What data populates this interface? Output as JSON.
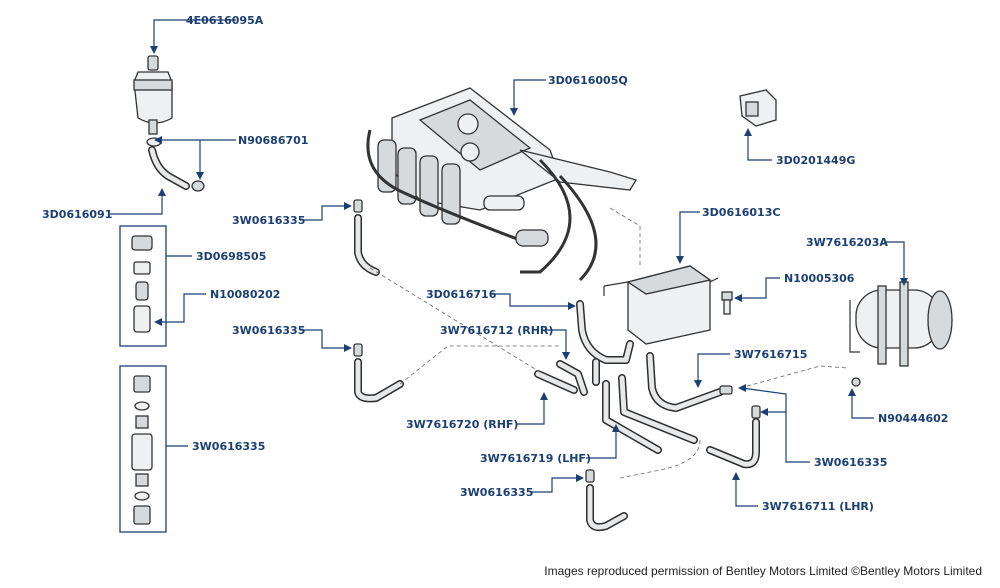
{
  "labels": {
    "filter": "4E0616095A",
    "clamp": "N90686701",
    "filter_hose": "3D0616091",
    "compressor": "3D0616005Q",
    "bracket": "3D0201449G",
    "union_top_left": "3W0616335",
    "valve_block": "3D0616013C",
    "kit_top": "3D0698505",
    "bolt_kit": "N10080202",
    "pipe_716": "3D0616716",
    "bolt_valve": "N10005306",
    "reservoir": "3W7616203A",
    "union_mid_left": "3W0616335",
    "pipe_rhr": "3W7616712 (RHR)",
    "pipe_715": "3W7616715",
    "kit_bottom": "3W0616335",
    "pipe_rhf": "3W7616720 (RHF)",
    "union_right": "3W0616335",
    "reservoir_nut": "N90444602",
    "pipe_lhf": "3W7616719 (LHF)",
    "union_bottom": "3W0616335",
    "pipe_lhr": "3W7616711 (LHR)"
  },
  "credit": "Images reproduced permission of Bentley Motors Limited ©Bentley Motors Limited"
}
